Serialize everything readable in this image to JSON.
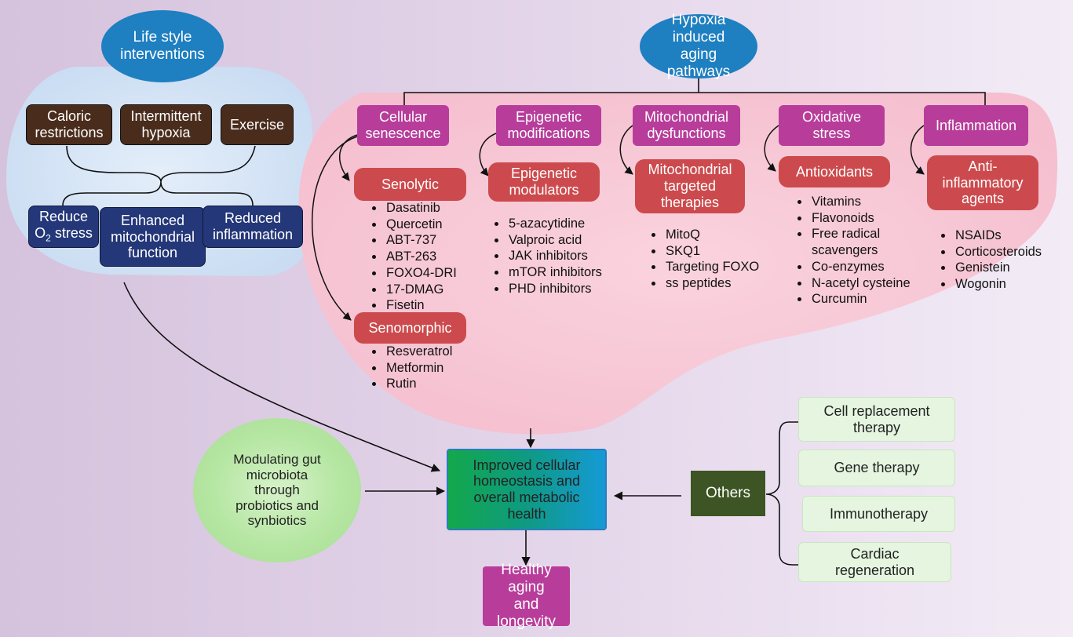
{
  "lifestyle": {
    "title": "Life style interventions",
    "interventions": [
      "Caloric restrictions",
      "Intermittent hypoxia",
      "Exercise"
    ],
    "outcomes": {
      "reduce_o2": {
        "pre": "Reduce",
        "o": "O",
        "sub": "2",
        "post": " stress"
      },
      "mitochondrial": "Enhanced mitochondrial function",
      "inflammation": "Reduced inflammation"
    }
  },
  "hypoxia": {
    "title": "Hypoxia induced aging pathways",
    "columns": [
      {
        "category": "Cellular senescence",
        "therapy": "Senolytic",
        "items": [
          "Dasatinib",
          "Quercetin",
          "ABT-737",
          "ABT-263",
          "FOXO4-DRI",
          "17-DMAG",
          "Fisetin"
        ],
        "therapy2": "Senomorphic",
        "items2": [
          "Resveratrol",
          "Metformin",
          "Rutin"
        ]
      },
      {
        "category": "Epigenetic modifications",
        "therapy": "Epigenetic modulators",
        "items": [
          "5-azacytidine",
          "Valproic acid",
          "JAK inhibitors",
          "mTOR inhibitors",
          "PHD inhibitors"
        ]
      },
      {
        "category": "Mitochondrial dysfunctions",
        "therapy": "Mitochondrial targeted therapies",
        "items": [
          "MitoQ",
          "SKQ1",
          "Targeting FOXO",
          "ss peptides"
        ]
      },
      {
        "category": "Oxidative stress",
        "therapy": "Antioxidants",
        "items": [
          "Vitamins",
          "Flavonoids",
          "Free radical scavengers",
          "Co-enzymes",
          "N-acetyl cysteine",
          "Curcumin"
        ]
      },
      {
        "category": "Inflammation",
        "therapy": "Anti-inflammatory agents",
        "items": [
          "NSAIDs",
          "Corticosteroids",
          "Genistein",
          "Wogonin"
        ]
      }
    ]
  },
  "gut": "Modulating gut microbiota through probiotics and synbiotics",
  "center": "Improved cellular homeostasis and overall metabolic health",
  "outcome": "Healthy aging and longevity",
  "others": {
    "label": "Others",
    "items": [
      "Cell replacement therapy",
      "Gene therapy",
      "Immunotherapy",
      "Cardiac regeneration"
    ]
  },
  "colors": {
    "lifestyle_region": "#d6e6f7",
    "hypoxia_region": "#f7c8d5",
    "ellipse": "#1e7fc1",
    "brown_box": "#4a2c1c",
    "navy_box": "#243778",
    "category_box": "#b83d9b",
    "therapy_box": "#cc4a4d",
    "others_box": "#3d5524",
    "other_items": "#e5f5e0"
  }
}
